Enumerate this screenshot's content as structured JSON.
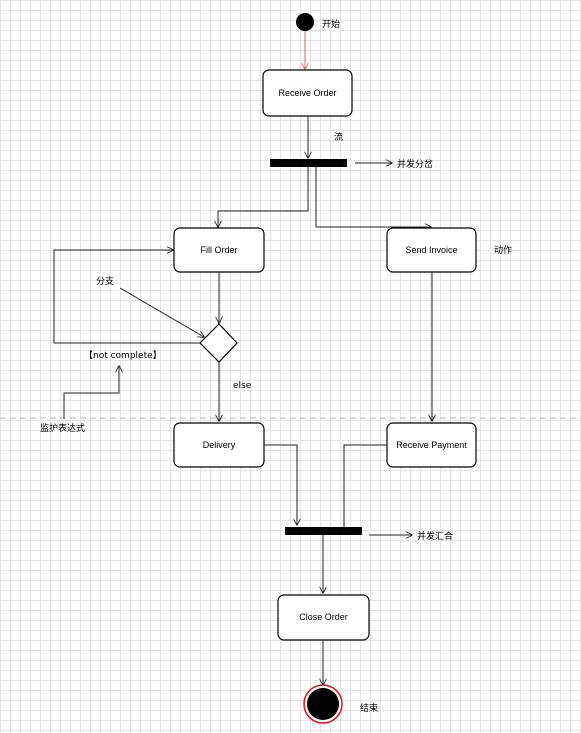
{
  "nodes": {
    "start_label": "开始",
    "receive_order": "Receive Order",
    "flow_label": "流",
    "fork_label": "并发分岔",
    "fill_order": "Fill Order",
    "send_invoice": "Send Invoice",
    "action_label": "动作",
    "branch_label": "分支",
    "guard_not_complete": "【not complete】",
    "else_label": "else",
    "guard_expr_label": "监护表达式",
    "delivery": "Delivery",
    "receive_payment": "Receive Payment",
    "join_label": "并发汇合",
    "close_order": "Close Order",
    "end_label": "结束"
  },
  "colors": {
    "start_arrow": "#e06060",
    "end_ring": "#e01010",
    "node_fill": "#ffffff",
    "node_border": "#000000",
    "bar": "#000000"
  }
}
